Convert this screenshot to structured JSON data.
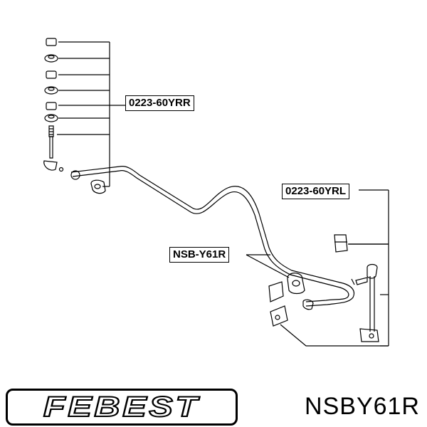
{
  "callouts": {
    "top": "0223-60YRR",
    "right": "0223-60YRL",
    "middle": "NSB-Y61R"
  },
  "brand": {
    "logo": "FEBEST"
  },
  "part_number": "NSBY61R"
}
